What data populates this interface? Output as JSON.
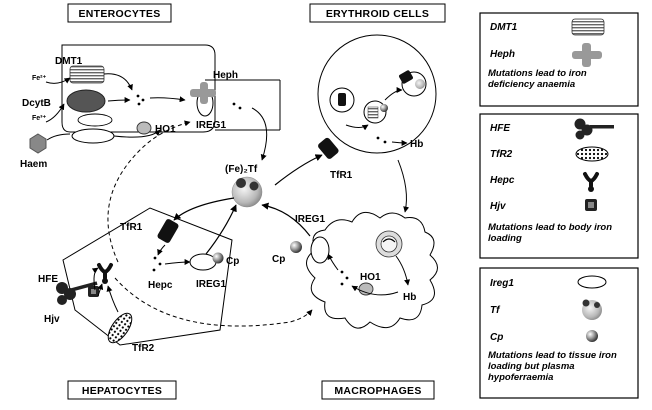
{
  "titles": {
    "enterocytes": "ENTEROCYTES",
    "erythroid": "ERYTHROID CELLS",
    "hepatocytes": "HEPATOCYTES",
    "macrophages": "MACROPHAGES"
  },
  "labels": {
    "dmt1": "DMT1",
    "fe2": "Fe²⁺",
    "dcytb": "DcytB",
    "fe3": "Fe³⁺",
    "haem": "Haem",
    "ho1_entero": "HO1",
    "heph": "Heph",
    "ireg1_entero": "IREG1",
    "fe2tf": "(Fe)₂Tf",
    "tfr1_ery": "TfR1",
    "hb_ery": "Hb",
    "tfr1_hep": "TfR1",
    "hfe": "HFE",
    "hjv": "Hjv",
    "hepc": "Hepc",
    "cp_hep": "Cp",
    "ireg1_hep": "IREG1",
    "tfr2": "TfR2",
    "ireg1_mac": "IREG1",
    "cp_mac": "Cp",
    "ho1_mac": "HO1",
    "hb_mac": "Hb"
  },
  "legend": {
    "box1": {
      "items": [
        "DMT1",
        "Heph"
      ],
      "note": "Mutations lead to iron deficiency anaemia"
    },
    "box2": {
      "items": [
        "HFE",
        "TfR2",
        "Hepc",
        "Hjv"
      ],
      "note": "Mutations lead to body iron loading"
    },
    "box3": {
      "items": [
        "Ireg1",
        "Tf",
        "Cp"
      ],
      "note": "Mutations lead to tissue iron loading but plasma hypoferraemia"
    }
  }
}
